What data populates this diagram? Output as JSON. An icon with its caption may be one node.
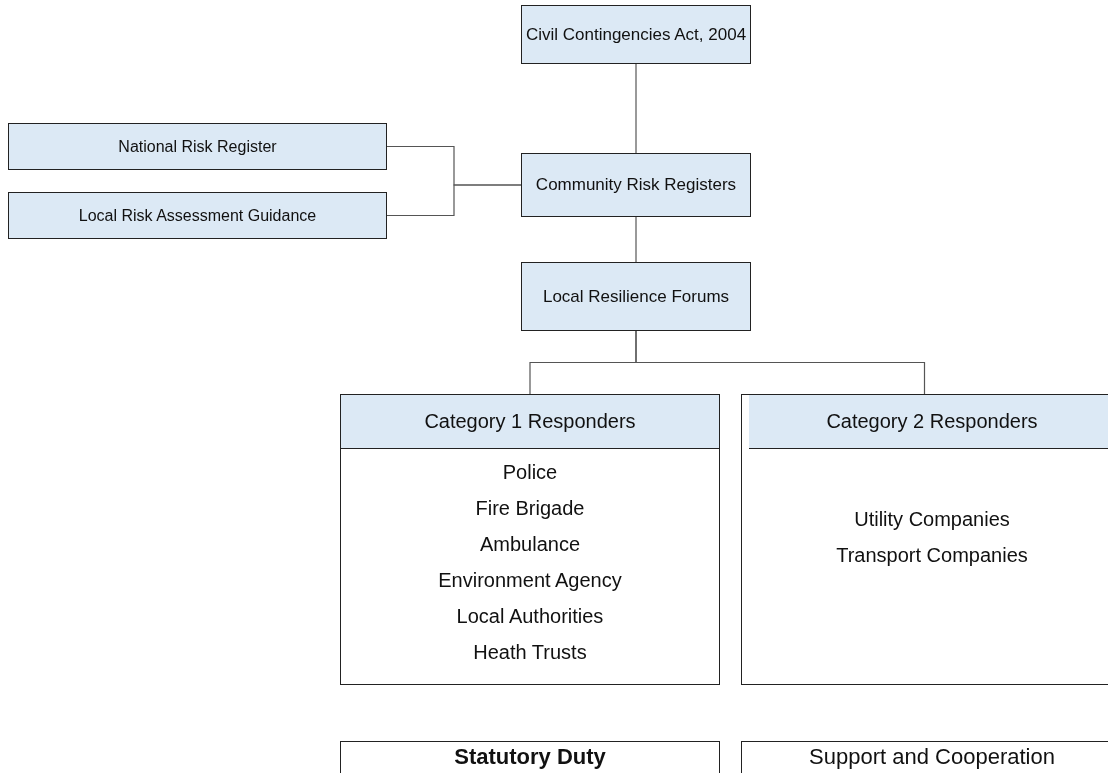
{
  "diagram": {
    "nodes": [
      {
        "text": [
          "Civil Contingencies Act, 2004"
        ]
      },
      {
        "text": [
          "National Risk Register"
        ]
      },
      {
        "text": [
          "Local Risk Assessment Guidance"
        ]
      },
      {
        "text": [
          "Community Risk Registers"
        ]
      },
      {
        "text": [
          "Local Resilience Forums"
        ]
      },
      {
        "text": [
          "Category 1 Responders",
          "Police",
          "Fire Brigade",
          "Ambulance",
          "Environment Agency",
          "Local Authorities",
          "Heath Trusts"
        ]
      },
      {
        "text": [
          "Category 2 Responders",
          "Utility Companies",
          "Transport Companies"
        ]
      },
      {
        "text": [
          "Statutory Duty"
        ]
      },
      {
        "text": [
          "Support and Cooperation"
        ]
      }
    ],
    "edges": [
      {
        "from": 0,
        "to": 3,
        "arrow": "none"
      },
      {
        "from": 1,
        "to": 3,
        "arrow": "none"
      },
      {
        "from": 2,
        "to": 3,
        "arrow": "none"
      },
      {
        "from": 3,
        "to": 4,
        "arrow": "none"
      },
      {
        "from": 4,
        "to": 5,
        "arrow": "none"
      },
      {
        "from": 4,
        "to": 6,
        "arrow": "none"
      }
    ]
  }
}
